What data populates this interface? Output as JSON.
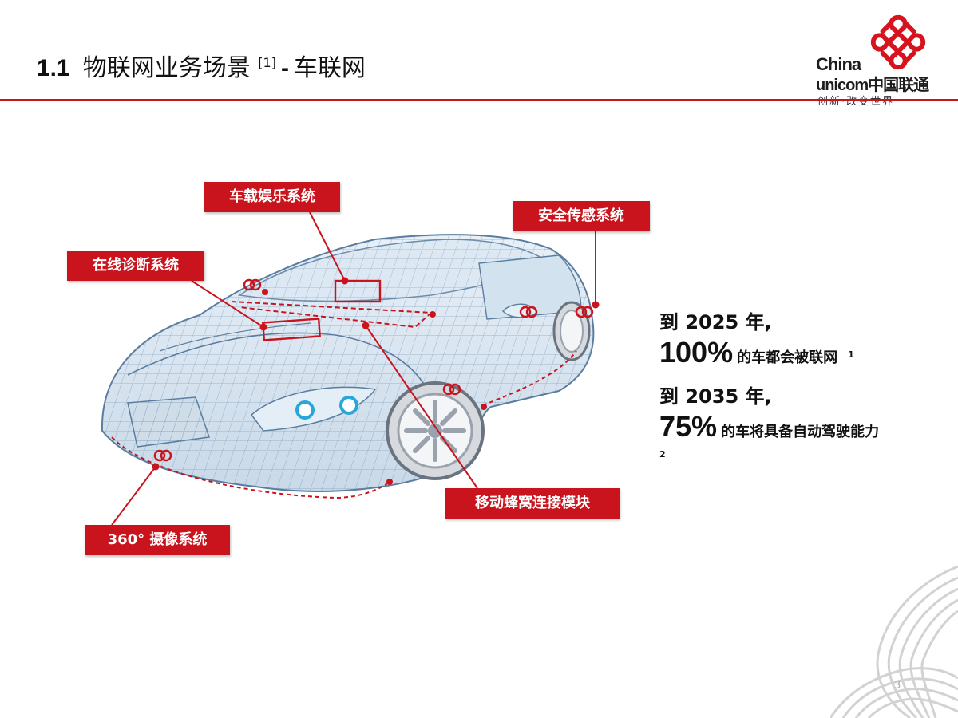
{
  "title": {
    "number": "1.1",
    "main": "物联网业务场景",
    "ref": "[1]",
    "dash": "-",
    "sub": "车联网"
  },
  "logo": {
    "china": "China",
    "unicom": "unicom中国联通",
    "slogan": "创新·改变世界"
  },
  "labels": {
    "infotainment": "车载娱乐系统",
    "safety": "安全传感系统",
    "diagnostics": "在线诊断系统",
    "cellular": "移动蜂窝连接模块",
    "camera": "360° 摄像系统"
  },
  "stats": [
    {
      "line_a": "到 2025 年,",
      "big": "100%",
      "rest": "的车都会被联网",
      "note": "1"
    },
    {
      "line_a": "到 2035 年,",
      "big": "75%",
      "rest": "的车将具备自动驾驶能力",
      "note": "2"
    }
  ],
  "page_number": "3",
  "colors": {
    "accent": "#c9141d",
    "wireframe": "#5a7d9f"
  }
}
